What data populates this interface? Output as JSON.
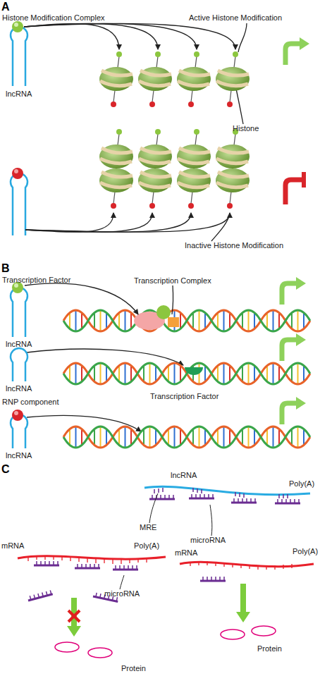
{
  "diagram": {
    "labels": [
      "A",
      "Histone Modification Complex",
      "Active Histone Modification",
      "lncRNA",
      "Histone",
      "Inactive Histone Modification",
      "B",
      "Transcription Factor",
      "Transcription Complex",
      "lncRNA",
      "lncRNA",
      "Transcription Factor",
      "RNP component",
      "lncRNA",
      "C",
      "lncRNA",
      "Poly(A)",
      "MRE",
      "microRNA",
      "mRNA",
      "Poly(A)",
      "mRNA",
      "Poly(A)",
      "microRNA",
      "Protein",
      "Protein"
    ]
  }
}
